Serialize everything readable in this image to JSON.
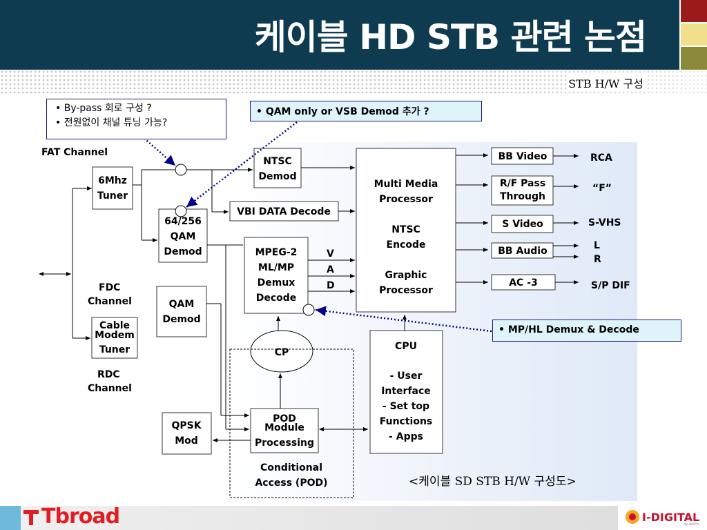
{
  "title": "케이블 HD STB 관련 논점",
  "subtitle": "STB H/W 구성",
  "colors": {
    "header": "#0e3b4f",
    "accent_red": "#9b1b1b",
    "accent_yellow": "#f0e08a",
    "accent_olive": "#8a8a3a",
    "note_border": "#1a1a6e",
    "highlight_bg": "#dff3fb",
    "brand_red": "#e31c24"
  },
  "notes": {
    "bypass": {
      "line1": "• By-pass 회로 구성 ?",
      "line2": "• 전원없이 채널 튜닝 가능?"
    },
    "qam": "• QAM only or VSB Demod 추가 ?",
    "mphl": "• MP/HL Demux & Decode"
  },
  "diagram": {
    "fat_channel": "FAT Channel",
    "fdc_channel": [
      "FDC",
      "Channel"
    ],
    "rdc_channel": [
      "RDC",
      "Channel"
    ],
    "tuner_6mhz": [
      "6Mhz",
      "Tuner"
    ],
    "qam_demod_64": [
      "64/256",
      "QAM",
      "Demod"
    ],
    "qam_demod": [
      "QAM",
      "Demod"
    ],
    "cable_modem_tuner": [
      "Cable",
      "Modem",
      "Tuner"
    ],
    "qpsk_mod": [
      "QPSK",
      "Mod"
    ],
    "ntsc_demod": [
      "NTSC",
      "Demod"
    ],
    "vbi_decode": "VBI DATA Decode",
    "mpeg2": [
      "MPEG-2",
      "ML/MP",
      "Demux",
      "Decode"
    ],
    "vad": [
      "V",
      "A",
      "D"
    ],
    "cp": "CP",
    "pod": [
      "POD",
      "Module",
      "Processing"
    ],
    "conditional_access": [
      "Conditional",
      "Access (POD)"
    ],
    "multimedia": [
      "Multi Media",
      "Processor",
      "NTSC",
      "Encode",
      "Graphic",
      "Processor"
    ],
    "cpu": [
      "CPU",
      "- User",
      "Interface",
      "- Set top",
      "Functions",
      "- Apps"
    ],
    "outputs": [
      {
        "box": [
          "BB Video"
        ],
        "port": "RCA"
      },
      {
        "box": [
          "R/F Pass",
          "Through"
        ],
        "port": "“F”"
      },
      {
        "box": [
          "S Video"
        ],
        "port": "S-VHS"
      },
      {
        "box": [
          "BB Audio"
        ],
        "port": "L",
        "port2": "R"
      },
      {
        "box": [
          "AC -3"
        ],
        "port": "S/P DIF"
      }
    ]
  },
  "caption": "<케이블 SD STB H/W 구성도>",
  "footer": {
    "left_logo": "Tbroad",
    "right_logo": "I-DIGITAL",
    "right_logo_sub": "by Adimc"
  }
}
